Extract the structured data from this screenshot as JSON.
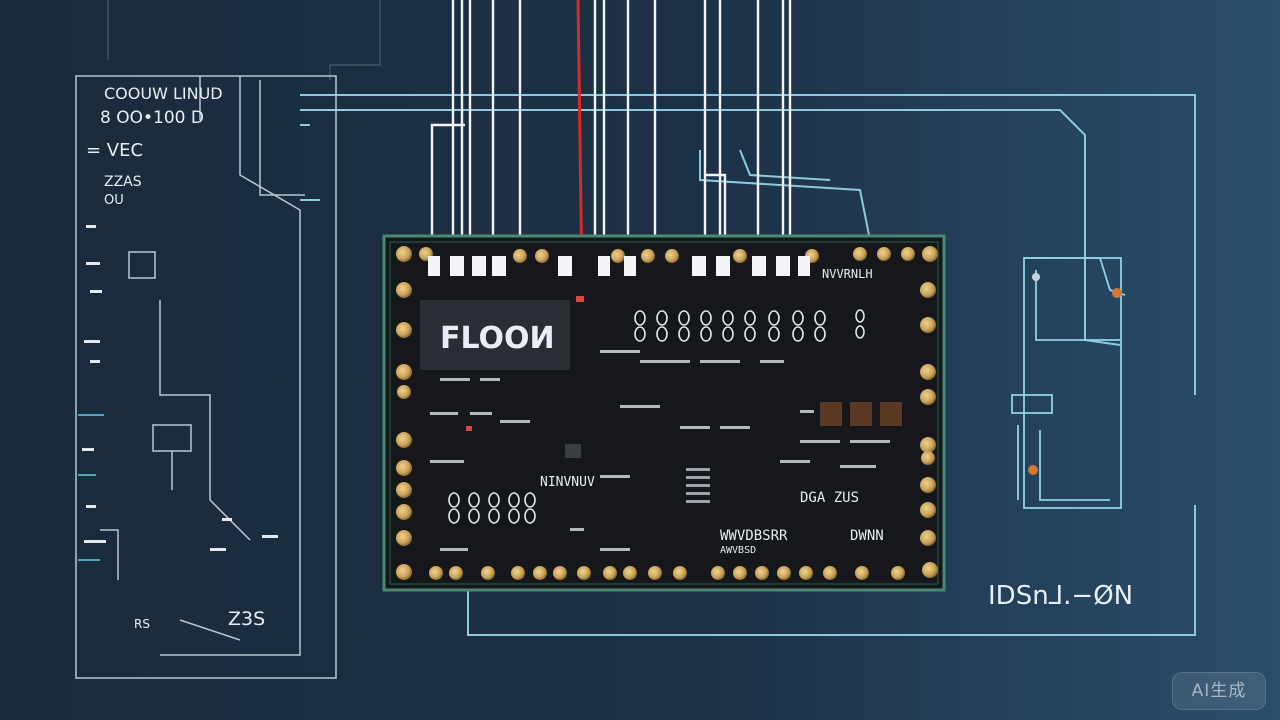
{
  "left_panel": {
    "lines": [
      "COOUW  LINUD",
      "8 OO•100 D",
      "= VEC",
      "ZZAS",
      "OU"
    ],
    "bottom_label": "Z3S",
    "small_label": "RS"
  },
  "board": {
    "display_text": "FLOOИ",
    "top_right_text": "NVVRNLH",
    "lower_left_text": "NINVNUV",
    "lower_mid_text": "DGA ZUS",
    "bottom_text_left": "WWVDBSRR",
    "bottom_text_right": "DWNN",
    "bottom_text_sub": "AWVBSD"
  },
  "right_label": "IDSn⅃.−ØN",
  "watermark": "AI生成",
  "colors": {
    "background": "#1d3146",
    "board": "#15171b",
    "board_border": "#4a8a74",
    "trace_cyan": "#8fd3e4",
    "trace_white": "#f2f4f6",
    "trace_red": "#d92b25",
    "pad_gold": "#c9a15a"
  }
}
